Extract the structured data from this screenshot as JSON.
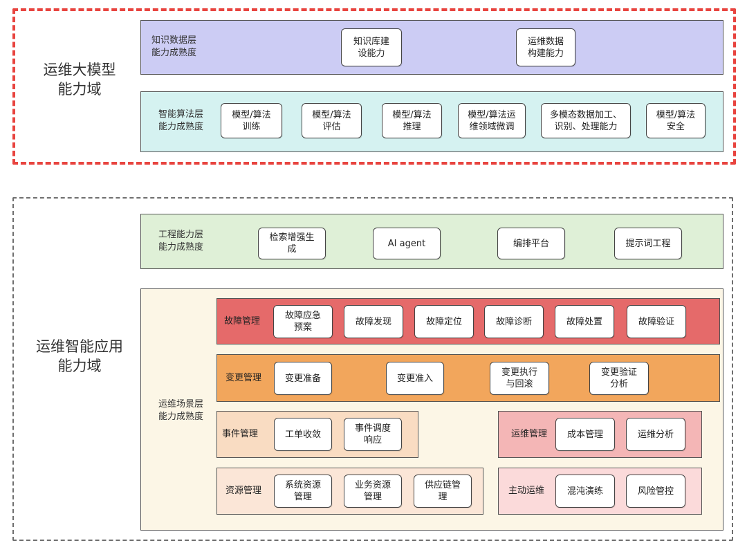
{
  "domains": {
    "llm": "运维大模型\n能力域",
    "app": "运维智能应用\n能力域"
  },
  "layers": {
    "knowledge": {
      "label": "知识数据层\n能力成熟度",
      "items": [
        "知识库建\n设能力",
        "运维数据\n构建能力"
      ]
    },
    "algorithm": {
      "label": "智能算法层\n能力成熟度",
      "items": [
        "模型/算法\n训练",
        "模型/算法\n评估",
        "模型/算法\n推理",
        "模型/算法运\n维领域微调",
        "多模态数据加工、\n识别、处理能力",
        "模型/算法\n安全"
      ]
    },
    "engineering": {
      "label": "工程能力层\n能力成熟度",
      "items": [
        "检索增强生\n成",
        "AI agent",
        "编排平台",
        "提示词工程"
      ]
    },
    "scenario": {
      "label": "运维场景层\n能力成熟度",
      "fault": {
        "label": "故障管理",
        "items": [
          "故障应急\n预案",
          "故障发现",
          "故障定位",
          "故障诊断",
          "故障处置",
          "故障验证"
        ]
      },
      "change": {
        "label": "变更管理",
        "items": [
          "变更准备",
          "变更准入",
          "变更执行\n与回滚",
          "变更验证\n分析"
        ]
      },
      "event": {
        "label": "事件管理",
        "items": [
          "工单收敛",
          "事件调度\n响应"
        ]
      },
      "ops": {
        "label": "运维管理",
        "items": [
          "成本管理",
          "运维分析"
        ]
      },
      "resource": {
        "label": "资源管理",
        "items": [
          "系统资源\n管理",
          "业务资源\n管理",
          "供应链管\n理"
        ]
      },
      "proactive": {
        "label": "主动运维",
        "items": [
          "混沌演练",
          "风险管控"
        ]
      }
    }
  },
  "colors": {
    "llm_border": "#e8443f",
    "knowledge_bg": "#ccccf4",
    "algorithm_bg": "#d5f2f1",
    "engineering_bg": "#dff0d7",
    "scenario_bg": "#fcf6e6",
    "fault_bg": "#e56a6a",
    "change_bg": "#f2a65c",
    "event_bg": "#f9dcc2",
    "ops_bg": "#f4b6b6",
    "resource_bg": "#fbe6d7",
    "proactive_bg": "#fbdada"
  }
}
